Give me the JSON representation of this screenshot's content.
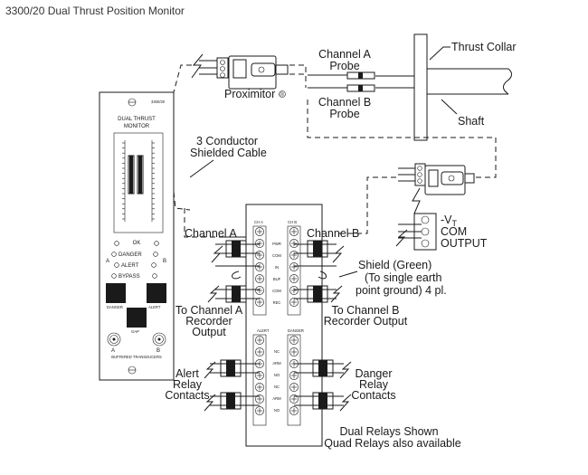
{
  "title": "3300/20 Dual Thrust Position Monitor",
  "labels": {
    "thrust_collar": "Thrust Collar",
    "shaft": "Shaft",
    "channel_a_probe": [
      "Channel A",
      "Probe"
    ],
    "channel_b_probe": [
      "Channel B",
      "Probe"
    ],
    "proximitor": "Proximitor",
    "registered_mark": "®",
    "cable": [
      "3 Conductor",
      "Shielded Cable"
    ],
    "channel_a": "Channel A",
    "channel_b": "Channel B",
    "vt": "-V",
    "vt_sub": "T",
    "com": "COM",
    "output": "OUTPUT",
    "shield": [
      "Shield (Green)",
      "(To single earth",
      "point ground) 4 pl."
    ],
    "recorder_a": [
      "To Channel A",
      "Recorder",
      "Output"
    ],
    "recorder_b": [
      "To Channel B",
      "Recorder Output"
    ],
    "alert_relay": [
      "Alert",
      "Relay",
      "Contacts"
    ],
    "danger_relay": [
      "Danger",
      "Relay",
      "Contacts"
    ],
    "relays_note": [
      "Dual Relays Shown",
      "Quad Relays also available"
    ]
  },
  "monitor": {
    "model": "3300/20",
    "name": [
      "DUAL THRUST",
      "MONITOR"
    ],
    "ok": "OK",
    "danger": "DANGER",
    "alert": "ALERT",
    "bypass": "BYPASS",
    "a": "A",
    "b": "B",
    "btn_danger": "DANGER",
    "btn_alert": "ALERT",
    "gap": "GAP",
    "buffered": "BUFFERED TRANSDUCERS"
  },
  "terminal_block": {
    "upper_left_header": "CH A",
    "upper_right_header": "CH B",
    "upper_pins": [
      "PWR",
      "COM",
      "IN",
      "BUF",
      "COM",
      "REC"
    ],
    "lower_left_header": "ALERT",
    "lower_right_header": "DANGER",
    "lower_pins": [
      "NC",
      "ARM",
      "NO",
      "NC",
      "ARM",
      "NO"
    ]
  },
  "icons": [
    "ground-screw-icon",
    "lightning-icon",
    "bnc-connector-icon"
  ]
}
